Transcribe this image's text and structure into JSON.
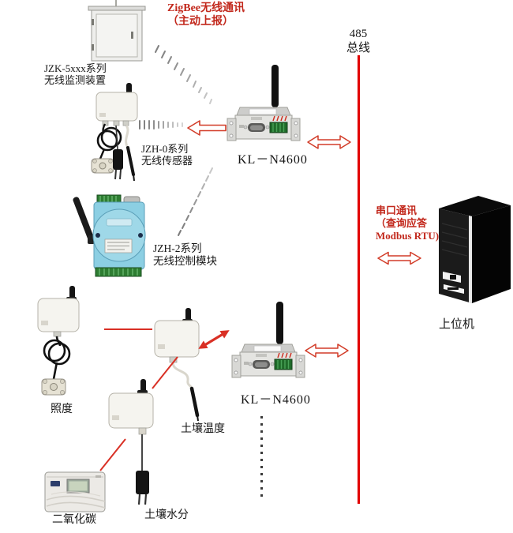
{
  "diagram": {
    "annotations": {
      "zigbee": {
        "line1": "ZigBee无线通讯",
        "line2": "（主动上报）"
      },
      "bus": {
        "line1": "485",
        "line2": "总线"
      },
      "serial": {
        "line1": "串口通讯",
        "line2": "（查询应答",
        "line3": "Modbus RTU)"
      }
    },
    "devices": {
      "cabinet": {
        "label_line1": "JZK-5xxx系列",
        "label_line2": "无线监测装置"
      },
      "jzh0": {
        "label_line1": "JZH-0系列",
        "label_line2": "无线传感器"
      },
      "kl_n4600_top": {
        "label": "KL－N4600"
      },
      "kl_n4600_bottom": {
        "label": "KL－N4600"
      },
      "jzh2": {
        "label_line1": "JZH-2系列",
        "label_line2": "无线控制模块"
      },
      "host": {
        "label": "上位机"
      },
      "illuminance": {
        "label": "照度"
      },
      "soil_temp": {
        "label": "土壤温度"
      },
      "soil_moisture": {
        "label": "土壤水分"
      },
      "co2": {
        "label": "二氧化碳"
      }
    },
    "icons": {
      "cabinet": "monitoring-cabinet-icon",
      "wireless_sensor": "wireless-sensor-node-icon",
      "rf_module": "rf-module-icon",
      "control_module": "control-module-icon",
      "host": "host-computer-tower-icon",
      "signal": "wireless-signal-waves-icon",
      "arrow": "red-double-arrow-icon"
    },
    "colors": {
      "accent_red": "#c2281c",
      "bus_red": "#e20000",
      "module_blue": "#8ccfe3",
      "terminal_green": "#2e7d32",
      "device_gray": "#e9e9e6",
      "black": "#111111"
    }
  }
}
